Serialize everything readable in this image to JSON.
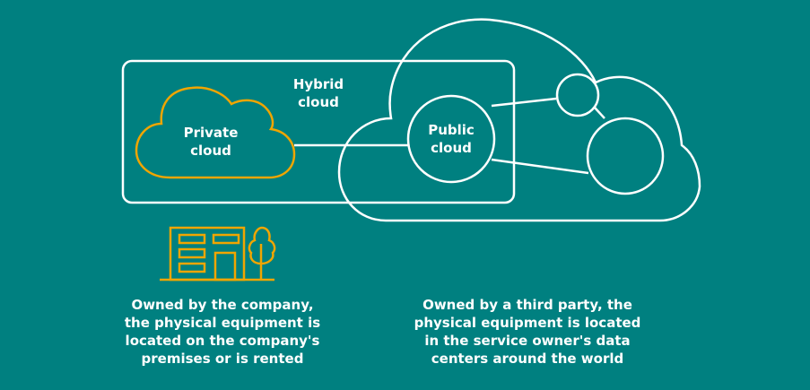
{
  "colors": {
    "background": "#008080",
    "line": "#ffffff",
    "accent": "#f0a500"
  },
  "labels": {
    "hybrid": [
      "Hybrid",
      "cloud"
    ],
    "private": [
      "Private",
      "cloud"
    ],
    "public": [
      "Public",
      "cloud"
    ]
  },
  "descriptions": {
    "private": [
      "Owned by the company,",
      "the physical equipment is",
      "located on the company's",
      "premises or is rented"
    ],
    "public": [
      "Owned by a third party, the",
      "physical equipment is located",
      "in the service owner's data",
      "centers around the world"
    ]
  },
  "icons": {
    "building": "building-icon",
    "tree": "tree-icon"
  }
}
